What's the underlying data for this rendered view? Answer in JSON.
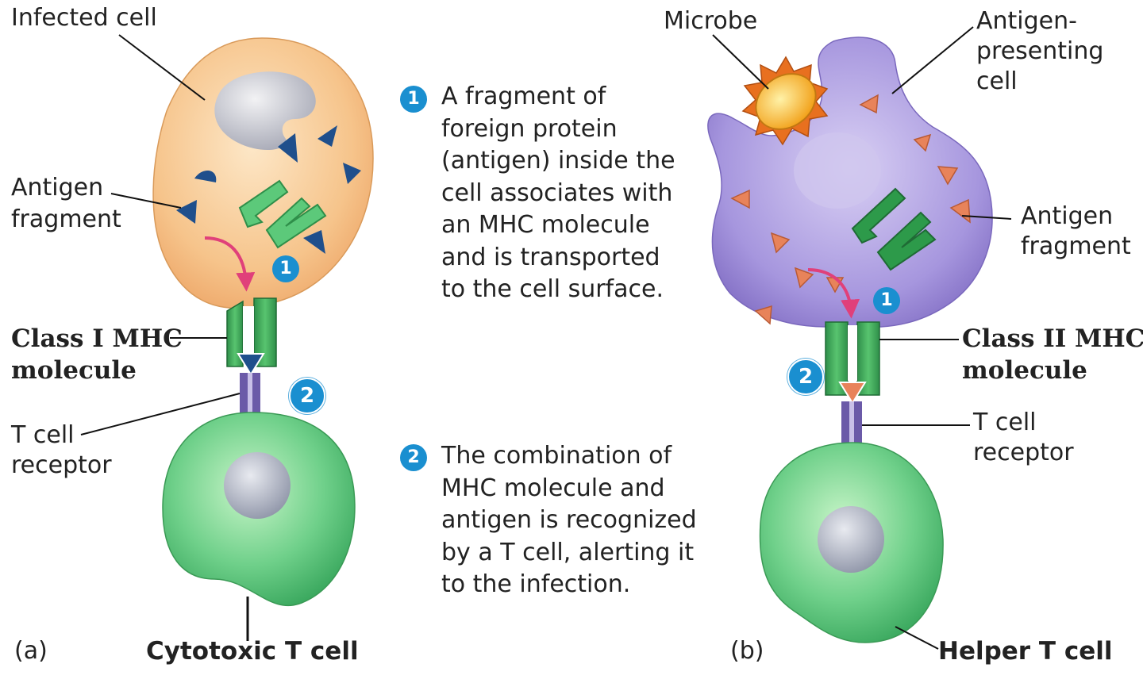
{
  "panel_a": {
    "label": "(a)",
    "infected_cell": "Infected cell",
    "antigen_fragment_line1": "Antigen",
    "antigen_fragment_line2": "fragment",
    "mhc_line1": "Class I MHC",
    "mhc_line2": "molecule",
    "tcr_line1": "T cell",
    "tcr_line2": "receptor",
    "t_cell": "Cytotoxic T cell"
  },
  "panel_b": {
    "label": "(b)",
    "microbe": "Microbe",
    "apc_line1": "Antigen-",
    "apc_line2": "presenting",
    "apc_line3": "cell",
    "antigen_fragment_line1": "Antigen",
    "antigen_fragment_line2": "fragment",
    "mhc_line1": "Class II MHC",
    "mhc_line2": "molecule",
    "tcr_line1": "T cell",
    "tcr_line2": "receptor",
    "t_cell": "Helper T cell"
  },
  "steps": [
    {
      "number": "1",
      "text": "A fragment of\nforeign protein\n(antigen) inside the\ncell associates with\nan MHC molecule\nand is transported\nto the cell surface."
    },
    {
      "number": "2",
      "text": "The combination of\nMHC molecule and\nantigen is recognized\nby a T cell, alerting it\nto the infection."
    }
  ],
  "colors": {
    "infected_cell": "#f6c98f",
    "apc": "#a99ad8",
    "t_cell": "#6fd08a",
    "mhc": "#3fa85a",
    "antigen_a": "#1f4f8c",
    "antigen_b": "#e8835a",
    "badge": "#1a8fd0",
    "arrow": "#e0407a"
  }
}
